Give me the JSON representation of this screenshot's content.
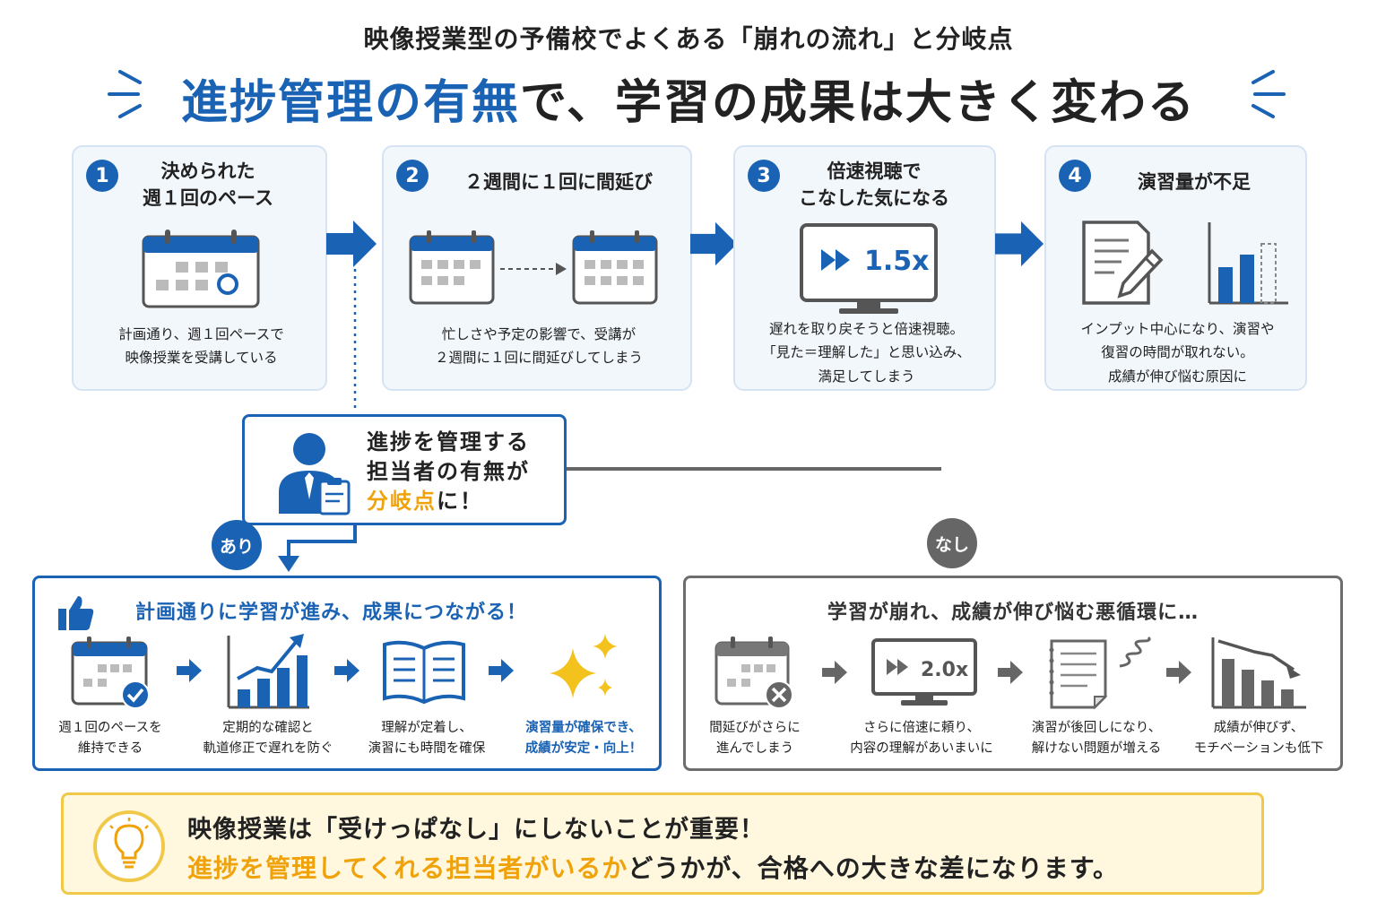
{
  "header": {
    "subtitle": "映像授業型の予備校でよくある「崩れの流れ」と分岐点",
    "title_highlight": "進捗管理の有無",
    "title_rest": "で、学習の成果は大きく変わる"
  },
  "steps": [
    {
      "num": "1",
      "title_l1": "決められた",
      "title_l2": "週１回のペース",
      "desc_l1": "計画通り、週１回ペースで",
      "desc_l2": "映像授業を受講している"
    },
    {
      "num": "2",
      "title_l1": "２週間に１回に間延び",
      "desc_l1": "忙しさや予定の影響で、受講が",
      "desc_l2": "２週間に１回に間延びしてしまう"
    },
    {
      "num": "3",
      "title_l1": "倍速視聴で",
      "title_l2": "こなした気になる",
      "badge": "1.5x",
      "desc_l1": "遅れを取り戻そうと倍速視聴。",
      "desc_l2": "「見た＝理解した」と思い込み、",
      "desc_l3": "満足してしまう"
    },
    {
      "num": "4",
      "title_l1": "演習量が不足",
      "desc_l1": "インプット中心になり、演習や",
      "desc_l2": "復習の時間が取れない。",
      "desc_l3": "成績が伸び悩む原因に"
    }
  ],
  "branch": {
    "line1": "進捗を管理する",
    "line2": "担当者の有無が",
    "line3_highlight": "分岐点",
    "line3_rest": "に！",
    "yes_label": "あり",
    "no_label": "なし"
  },
  "good": {
    "title": "計画通りに学習が進み、成果につながる！",
    "items": [
      {
        "l1": "週１回のペースを",
        "l2": "維持できる"
      },
      {
        "l1": "定期的な確認と",
        "l2": "軌道修正で遅れを防ぐ"
      },
      {
        "l1": "理解が定着し、",
        "l2": "演習にも時間を確保"
      },
      {
        "l1": "演習量が確保でき、",
        "l2": "成績が安定・向上！"
      }
    ]
  },
  "bad": {
    "title": "学習が崩れ、成績が伸び悩む悪循環に…",
    "badge": "2.0x",
    "items": [
      {
        "l1": "間延びがさらに",
        "l2": "進んでしまう"
      },
      {
        "l1": "さらに倍速に頼り、",
        "l2": "内容の理解があいまいに"
      },
      {
        "l1": "演習が後回しになり、",
        "l2": "解けない問題が増える"
      },
      {
        "l1": "成績が伸びず、",
        "l2": "モチベーションも低下"
      }
    ]
  },
  "conclusion": {
    "line1": "映像授業は「受けっぱなし」にしないことが重要！",
    "line2_highlight": "進捗を管理してくれる担当者がいるか",
    "line2_rest": "どうかが、合格への大きな差になります。"
  },
  "colors": {
    "blue": "#1a62b3",
    "orange": "#f0a20a",
    "gray": "#6d6d6d",
    "yellow": "#f1c94a"
  }
}
